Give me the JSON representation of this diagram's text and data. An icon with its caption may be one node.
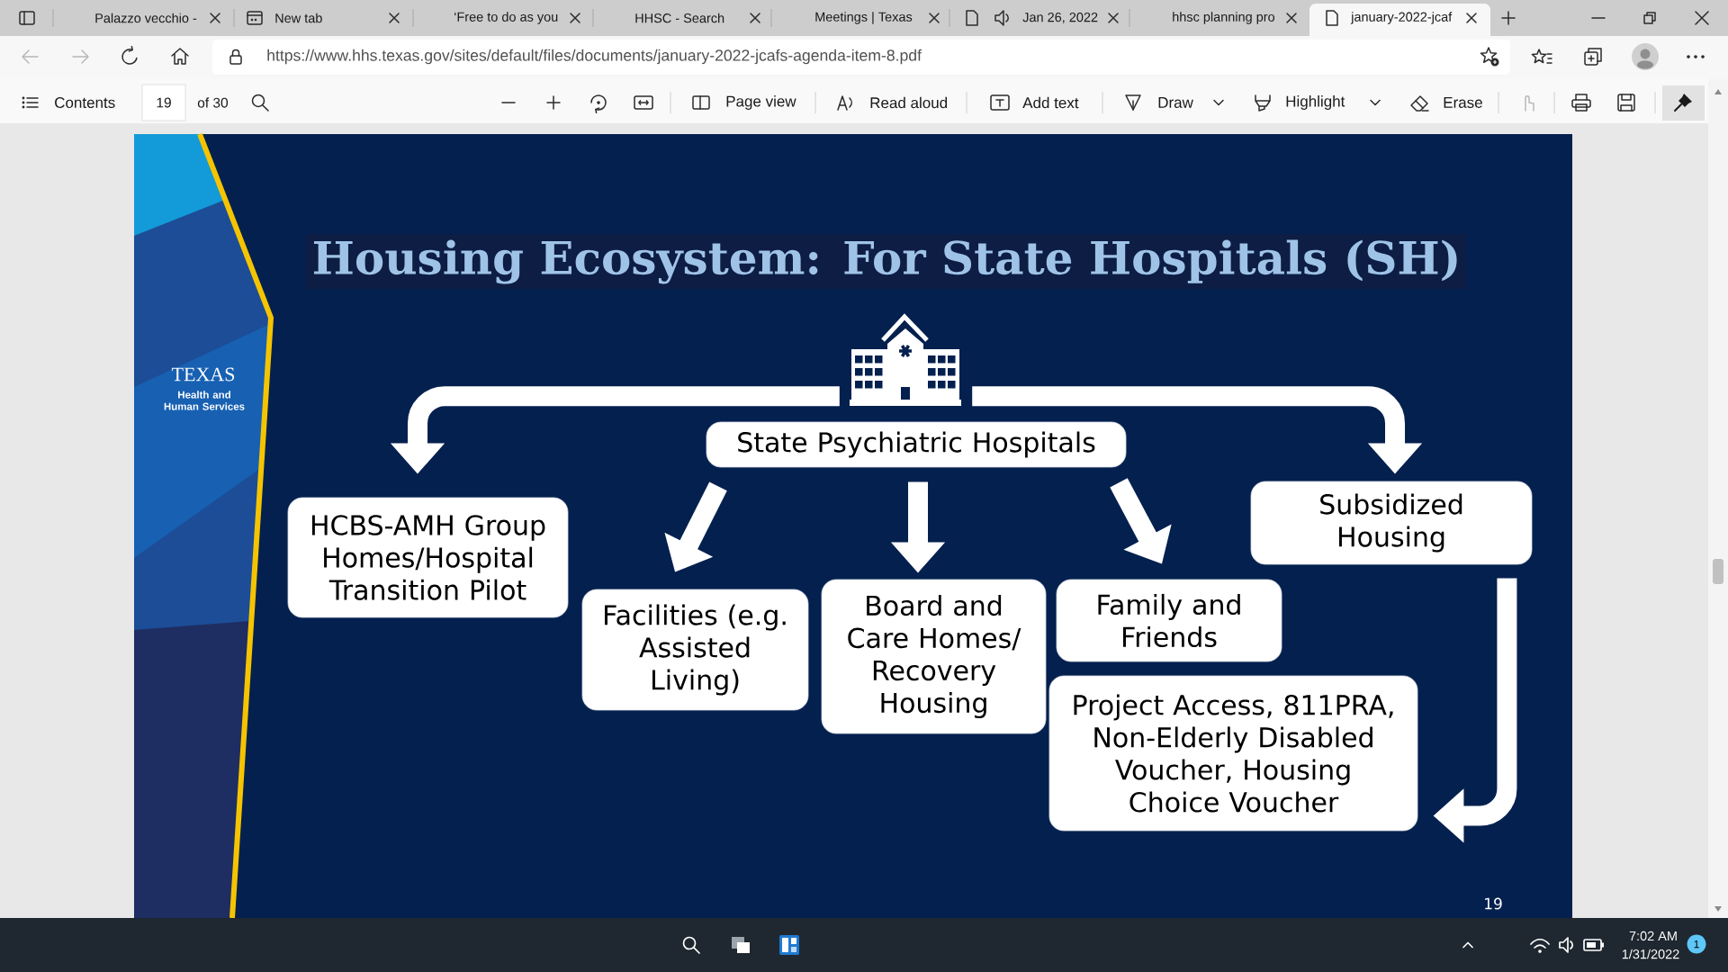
{
  "diagram": {
    "title": "Housing Ecosystem: For State Hospitals (SH)",
    "nodes": [
      {
        "text": [],
        "shape": "picture"
      },
      {
        "text": [
          "State Psychiatric Hospitals"
        ]
      },
      {
        "text": [
          "HCBS-AMH Group Homes/Hospital Transition Pilot"
        ]
      },
      {
        "text": [
          "Facilities (e.g. Assisted Living)"
        ]
      },
      {
        "text": [
          "Board and Care Homes/ Recovery Housing"
        ]
      },
      {
        "text": [
          "Family and Friends"
        ]
      },
      {
        "text": [
          "Subsidized Housing"
        ]
      },
      {
        "text": [
          "Project Access, 811PRA, Non-Elderly Disabled Voucher, Housing Choice Voucher"
        ]
      }
    ],
    "edges": [
      {
        "from": 0,
        "to": 2,
        "arrow": "to"
      },
      {
        "from": 0,
        "to": 6,
        "arrow": "to"
      },
      {
        "from": 1,
        "to": 3,
        "arrow": "to"
      },
      {
        "from": 1,
        "to": 4,
        "arrow": "to"
      },
      {
        "from": 1,
        "to": 5,
        "arrow": "to"
      },
      {
        "from": 6,
        "to": 7,
        "arrow": "to"
      }
    ],
    "labels": [
      "Palazzo vecchio -",
      "New tab",
      "‘Free to do as you",
      "HHSC - Search",
      "Meetings | Texas",
      "Jan 26, 2022",
      "hhsc planning pro",
      "january-2022-jcaf",
      "https://www.hhs.texas.gov/sites/default/files/documents/january-2022-jcafs-agenda-item-8.pdf",
      "Contents",
      "19",
      "of 30",
      "Page view",
      "Read aloud",
      "Add text",
      "Draw",
      "Highlight",
      "Erase",
      "TEXAS",
      "Health and Human Services",
      "19",
      "7:02 AM",
      "1/31/2022",
      "1"
    ]
  }
}
